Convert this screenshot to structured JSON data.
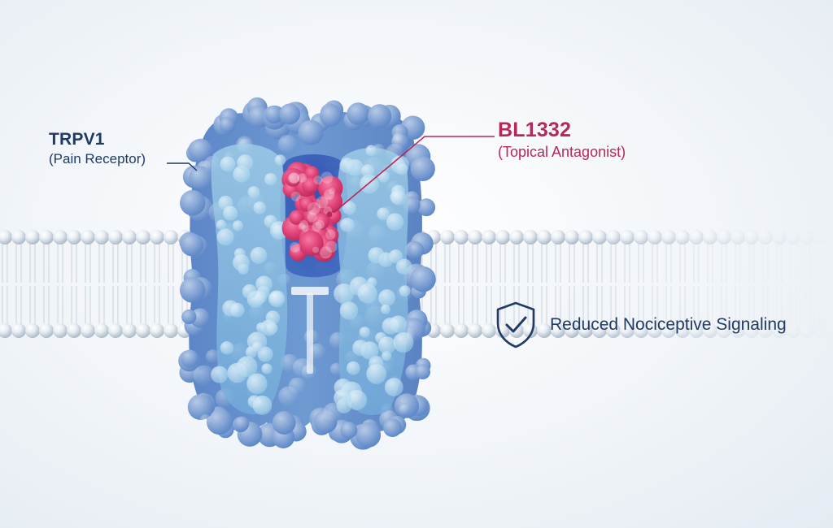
{
  "receptor": {
    "name": "TRPV1",
    "description": "(Pain Receptor)"
  },
  "compound": {
    "name": "BL1332",
    "description": "(Topical Antagonist)"
  },
  "outcome": {
    "text": "Reduced Nociceptive Signaling",
    "icon": "shield-check-icon"
  },
  "colors": {
    "receptor_label": "#1f3b63",
    "compound_label": "#b8275c",
    "protein_dark": "#4f7fc4",
    "protein_light": "#8fc2e0",
    "compound_blob": "#e0447a"
  }
}
